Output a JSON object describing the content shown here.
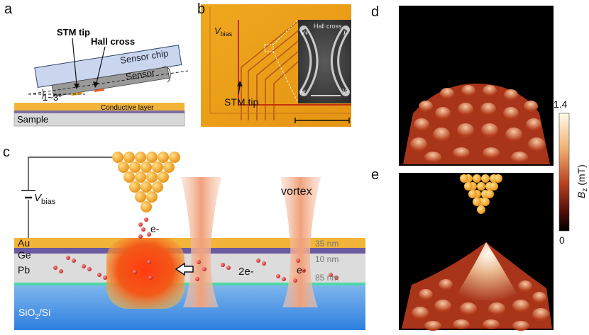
{
  "figure": {
    "panel_labels": {
      "a": "a",
      "b": "b",
      "c": "c",
      "d": "d",
      "e": "e"
    },
    "panel_a": {
      "stm_tip": "STM tip",
      "hall_cross": "Hall cross",
      "sensor_chip": "Sensor chip",
      "sensor": "Sensor",
      "angle": "1~3°",
      "conductive_layer": "Conductive layer",
      "sample": "Sample"
    },
    "panel_b": {
      "vbias_main": "V",
      "vbias_sub": "bias",
      "stm_tip": "STM tip",
      "hall_cross": "Hall cross",
      "v_plus": "V+",
      "i_minus": "I-",
      "i_plus": "I+",
      "v_minus": "V-"
    },
    "panel_c": {
      "vbias_main": "V",
      "vbias_sub": "bias",
      "electron": "e-",
      "vortex": "vortex",
      "au": "Au",
      "ge": "Ge",
      "pb": "Pb",
      "substrate_main": "SiO",
      "substrate_sub": "2",
      "substrate_tail": "/Si",
      "thick_au": "35 nm",
      "thick_ge": "10 nm",
      "thick_pb": "85 nm",
      "two_e": "2e-",
      "e_in_vortex": "e-"
    },
    "colorbar": {
      "max": "1.4",
      "min": "0",
      "label_main": "B",
      "label_sub": "z",
      "label_unit": " (mT)"
    }
  }
}
